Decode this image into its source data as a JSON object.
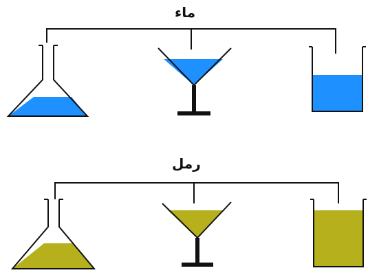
{
  "groups": {
    "water": {
      "label": "ماء",
      "fill": "#1e90ff"
    },
    "sand": {
      "label": "رمل",
      "fill": "#b5b01c"
    }
  },
  "stroke_color": "#111111",
  "containers": [
    "conical-flask",
    "funnel-glass",
    "beaker"
  ]
}
